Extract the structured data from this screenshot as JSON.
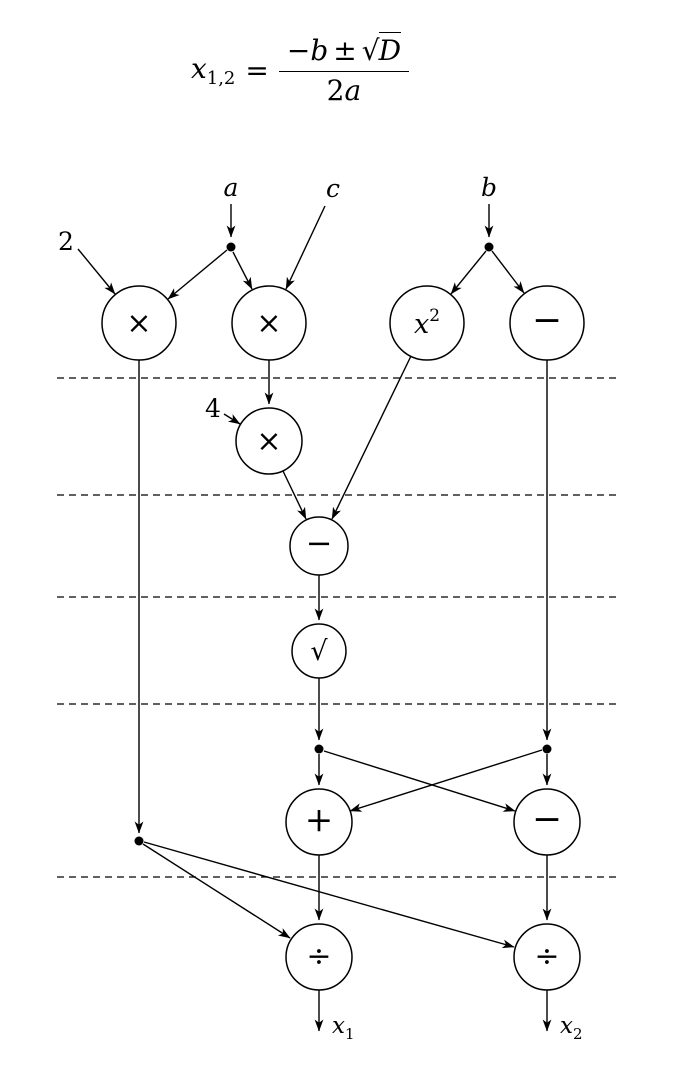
{
  "formula": {
    "x": "x",
    "subscript": "1,2",
    "equals": "=",
    "minus": "−",
    "b": "b",
    "plus_minus": "±",
    "sqrt_sign": "√",
    "D": "D",
    "two": "2",
    "a": "a"
  },
  "diagram": {
    "inputs": {
      "two": "2",
      "a": "a",
      "c": "c",
      "b": "b",
      "four": "4"
    },
    "node_symbols": {
      "times": "×",
      "square_base": "x",
      "square_exp": "2",
      "minus": "−",
      "sqrt": "√",
      "plus": "+",
      "divide": "÷"
    },
    "outputs": {
      "x": "x",
      "sub1": "1",
      "sub2": "2"
    }
  }
}
